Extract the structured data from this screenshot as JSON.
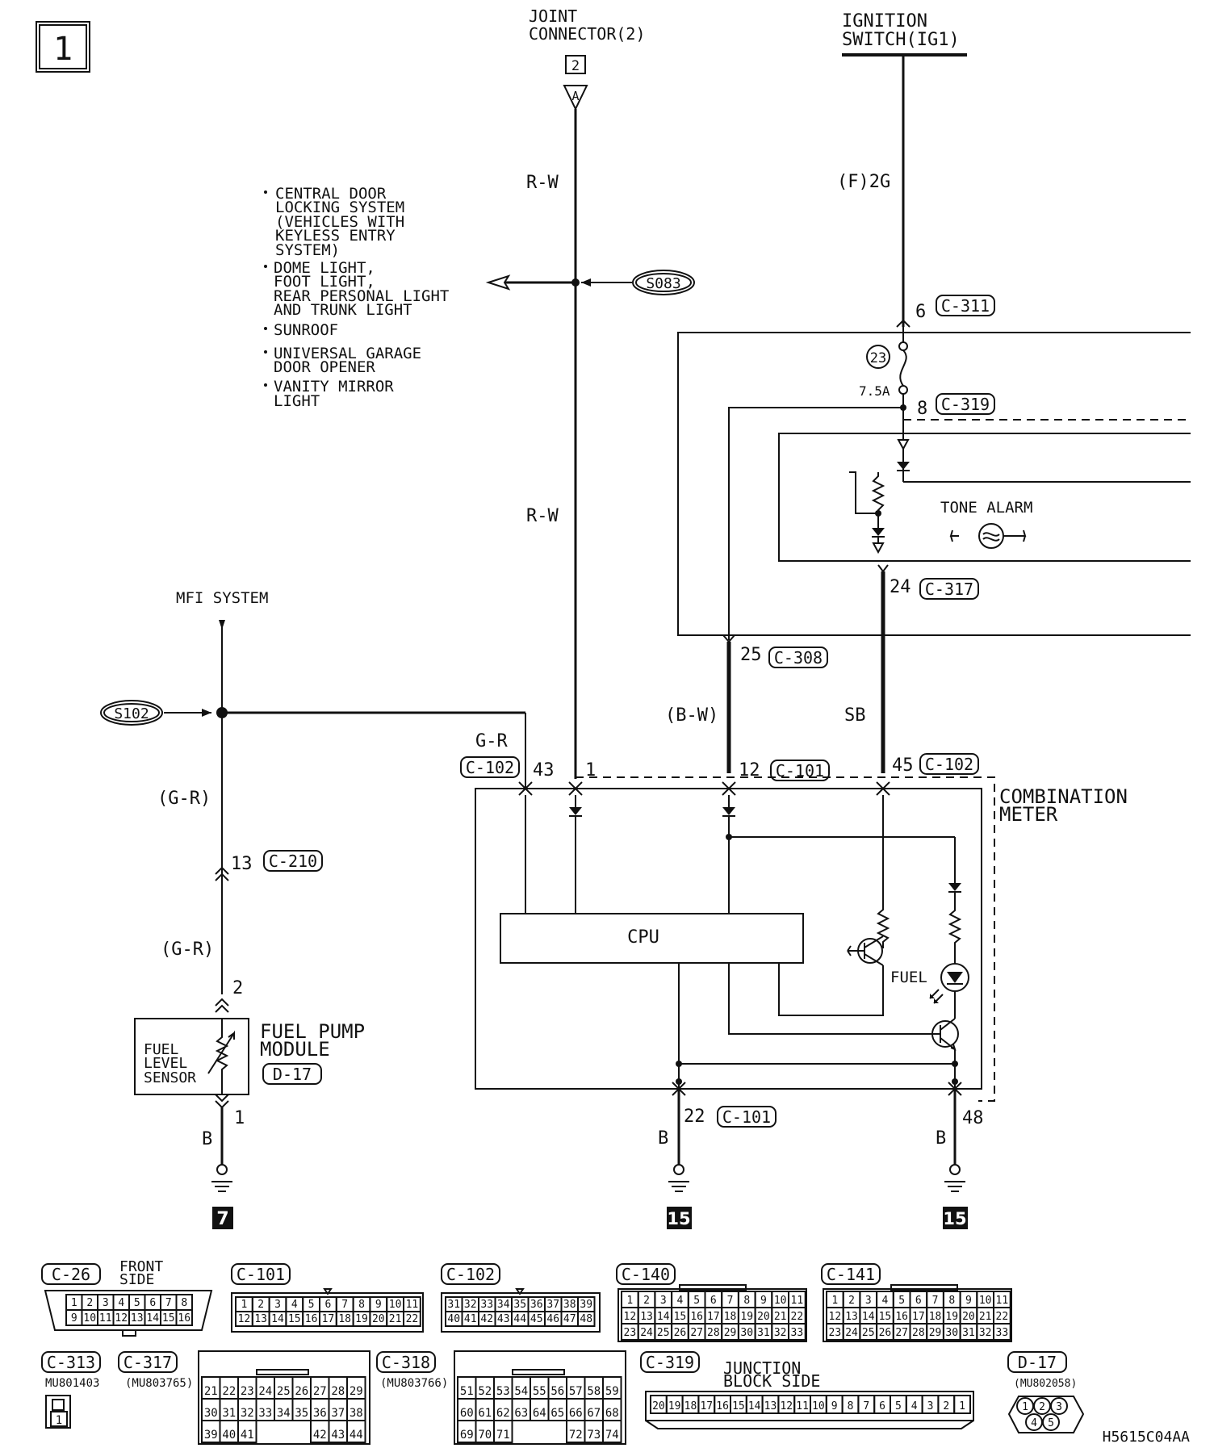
{
  "page_number": "1",
  "top": {
    "joint_connector": [
      "JOINT",
      "CONNECTOR(2)"
    ],
    "joint_connector_num": "2",
    "joint_connector_pin": "A",
    "ignition_switch": [
      "IGNITION",
      "SWITCH(IG1)"
    ]
  },
  "wires": {
    "rw1": "R-W",
    "rw2": "R-W",
    "f2g": "(F)2G",
    "bw": "(B-W)",
    "sb": "SB",
    "gr_top": "G-R",
    "gr1": "(G-R)",
    "gr2": "(G-R)",
    "b1": "B",
    "b2": "B",
    "b3": "B"
  },
  "splices": {
    "s083": "S083",
    "s102": "S102"
  },
  "branch_list": [
    [
      "CENTRAL DOOR",
      "LOCKING SYSTEM",
      "(VEHICLES WITH",
      " KEYLESS ENTRY",
      " SYSTEM)"
    ],
    [
      "DOME LIGHT,",
      "FOOT LIGHT,",
      "REAR PERSONAL LIGHT",
      "AND TRUNK LIGHT"
    ],
    [
      "SUNROOF"
    ],
    [
      "UNIVERSAL GARAGE",
      "DOOR OPENER"
    ],
    [
      "VANITY MIRROR",
      "LIGHT"
    ]
  ],
  "mfi_system": "MFI SYSTEM",
  "fuse": {
    "number": "23",
    "rating": "7.5A"
  },
  "pins": {
    "c311": "6",
    "c319": "8",
    "c317": "24",
    "c308": "25",
    "c102_43": "43",
    "c101_1": "1",
    "c101_12": "12",
    "c102_45": "45",
    "c210": "13",
    "d17_2": "2",
    "d17_1": "1",
    "c101_22": "22",
    "c102_48": "48"
  },
  "connectors": {
    "c311": "C-311",
    "c319": "C-319",
    "c317": "C-317",
    "c308": "C-308",
    "c102a": "C-102",
    "c101a": "C-101",
    "c102b": "C-102",
    "c210": "C-210",
    "d17": "D-17",
    "c101b": "C-101"
  },
  "components": {
    "tone_alarm": "TONE ALARM",
    "combination_meter": [
      "COMBINATION",
      "METER"
    ],
    "cpu": "CPU",
    "fuel": "FUEL",
    "fuel_pump_module": [
      "FUEL PUMP",
      "MODULE"
    ],
    "fuel_level_sensor": [
      "FUEL",
      "LEVEL",
      "SENSOR"
    ]
  },
  "grounds": {
    "g7": "7",
    "g15a": "15",
    "g15b": "15"
  },
  "connector_views": {
    "c26": {
      "label": "C-26",
      "side": [
        "FRONT",
        "SIDE"
      ],
      "rows": [
        [
          "1",
          "2",
          "3",
          "4",
          "5",
          "6",
          "7",
          "8"
        ],
        [
          "9",
          "10",
          "11",
          "12",
          "13",
          "14",
          "15",
          "16"
        ]
      ]
    },
    "c101": {
      "label": "C-101",
      "rows": [
        [
          "1",
          "2",
          "3",
          "4",
          "5",
          "6",
          "7",
          "8",
          "9",
          "10",
          "11"
        ],
        [
          "12",
          "13",
          "14",
          "15",
          "16",
          "17",
          "18",
          "19",
          "20",
          "21",
          "22"
        ]
      ]
    },
    "c102": {
      "label": "C-102",
      "rows": [
        [
          "31",
          "32",
          "33",
          "34",
          "35",
          "36",
          "37",
          "38",
          "39"
        ],
        [
          "40",
          "41",
          "42",
          "43",
          "44",
          "45",
          "46",
          "47",
          "48"
        ]
      ]
    },
    "c140": {
      "label": "C-140",
      "rows": [
        [
          "1",
          "2",
          "3",
          "4",
          "5",
          "6",
          "7",
          "8",
          "9",
          "10",
          "11"
        ],
        [
          "12",
          "13",
          "14",
          "15",
          "16",
          "17",
          "18",
          "19",
          "20",
          "21",
          "22"
        ],
        [
          "23",
          "24",
          "25",
          "26",
          "27",
          "28",
          "29",
          "30",
          "31",
          "32",
          "33"
        ]
      ]
    },
    "c141": {
      "label": "C-141",
      "rows": [
        [
          "1",
          "2",
          "3",
          "4",
          "5",
          "6",
          "7",
          "8",
          "9",
          "10",
          "11"
        ],
        [
          "12",
          "13",
          "14",
          "15",
          "16",
          "17",
          "18",
          "19",
          "20",
          "21",
          "22"
        ],
        [
          "23",
          "24",
          "25",
          "26",
          "27",
          "28",
          "29",
          "30",
          "31",
          "32",
          "33"
        ]
      ]
    },
    "c313": {
      "label": "C-313",
      "part": "MU801403",
      "pin": "1"
    },
    "c317": {
      "label": "C-317",
      "part": "(MU803765)",
      "rows": [
        [
          "21",
          "22",
          "23",
          "24",
          "25",
          "26",
          "27",
          "28",
          "29"
        ],
        [
          "30",
          "31",
          "32",
          "33",
          "34",
          "35",
          "36",
          "37",
          "38"
        ],
        [
          "39",
          "40",
          "41",
          "",
          "",
          "",
          "42",
          "43",
          "44"
        ]
      ]
    },
    "c318": {
      "label": "C-318",
      "part": "(MU803766)",
      "rows": [
        [
          "51",
          "52",
          "53",
          "54",
          "55",
          "56",
          "57",
          "58",
          "59"
        ],
        [
          "60",
          "61",
          "62",
          "63",
          "64",
          "65",
          "66",
          "67",
          "68"
        ],
        [
          "69",
          "70",
          "71",
          "",
          "",
          "",
          "72",
          "73",
          "74"
        ]
      ]
    },
    "c319": {
      "label": "C-319",
      "title": [
        "JUNCTION",
        "BLOCK SIDE"
      ],
      "row": [
        "20",
        "19",
        "18",
        "17",
        "16",
        "15",
        "14",
        "13",
        "12",
        "11",
        "10",
        "9",
        "8",
        "7",
        "6",
        "5",
        "4",
        "3",
        "2",
        "1"
      ]
    },
    "d17": {
      "label": "D-17",
      "part": "(MU802058)",
      "pins": [
        "1",
        "2",
        "3",
        "4",
        "5"
      ]
    }
  },
  "figure_code": "H5615C04AA"
}
